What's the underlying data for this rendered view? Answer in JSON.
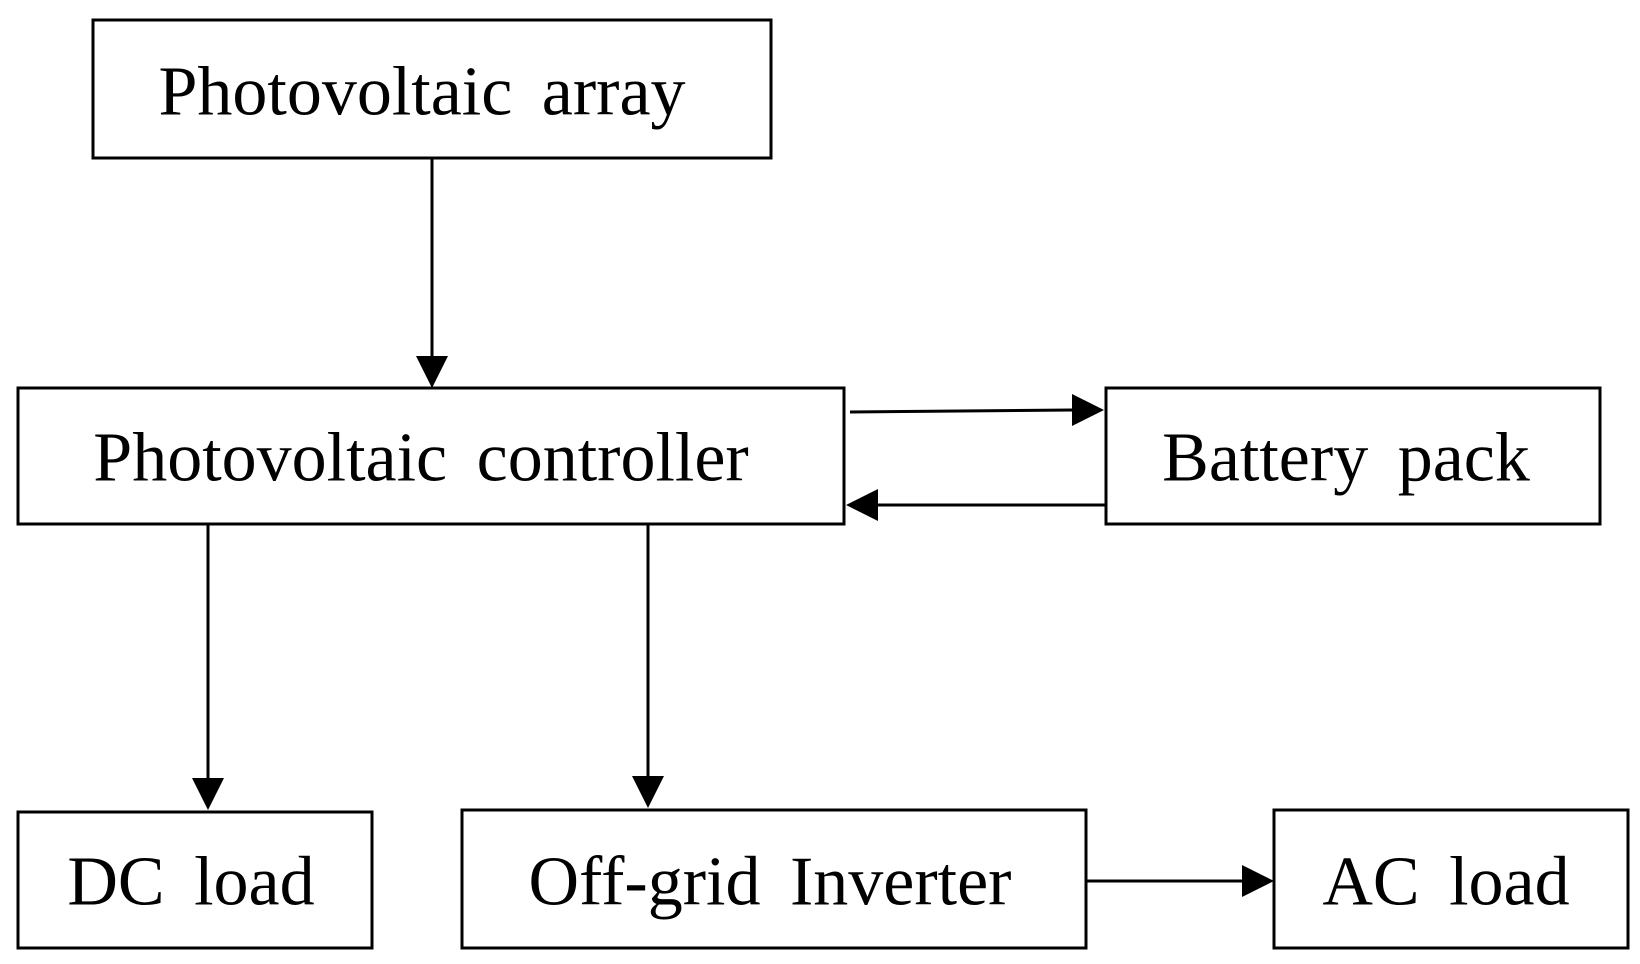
{
  "diagram": {
    "nodes": {
      "pv_array": "Photovoltaic  array",
      "pv_controller": "Photovoltaic  controller",
      "battery_pack": "Battery  pack",
      "dc_load": "DC  load",
      "inverter": "Off-grid  Inverter",
      "ac_load": "AC  load"
    },
    "edges": [
      {
        "from": "pv_array",
        "to": "pv_controller"
      },
      {
        "from": "pv_controller",
        "to": "battery_pack"
      },
      {
        "from": "battery_pack",
        "to": "pv_controller"
      },
      {
        "from": "pv_controller",
        "to": "dc_load"
      },
      {
        "from": "pv_controller",
        "to": "inverter"
      },
      {
        "from": "inverter",
        "to": "ac_load"
      }
    ],
    "colors": {
      "stroke": "#000000",
      "background": "#ffffff"
    }
  }
}
